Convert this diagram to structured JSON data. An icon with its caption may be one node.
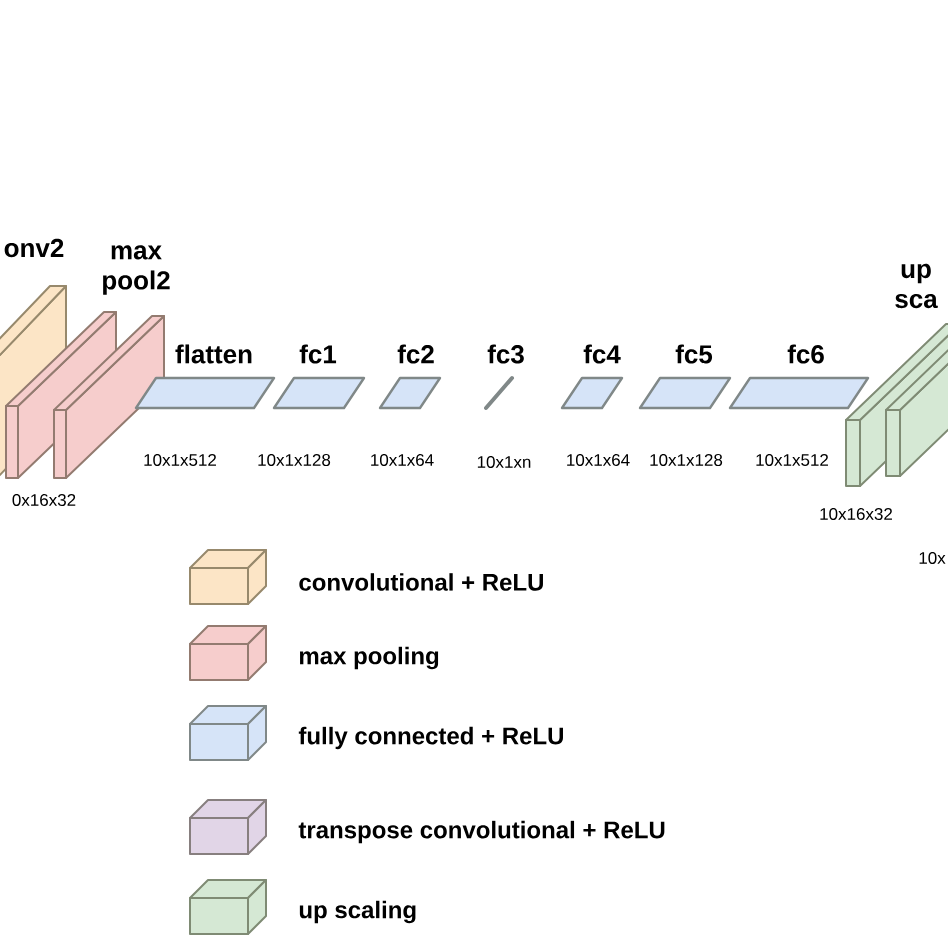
{
  "diagram": {
    "nodes": [
      {
        "text": [
          "onv2"
        ]
      },
      {
        "text": [
          "max pool2"
        ]
      },
      {
        "text": [
          "flatten"
        ]
      },
      {
        "text": [
          "fc1"
        ]
      },
      {
        "text": [
          "fc2"
        ]
      },
      {
        "text": [
          "fc3"
        ]
      },
      {
        "text": [
          "fc4"
        ]
      },
      {
        "text": [
          "fc5"
        ]
      },
      {
        "text": [
          "fc6"
        ]
      },
      {
        "text": [
          "up sca"
        ]
      }
    ],
    "labels": [
      "10x1x512",
      "10x1x128",
      "10x1x64",
      "10x1xn",
      "10x1x64",
      "10x1x128",
      "10x1x512",
      "0x16x32",
      "10x16x32",
      "10x"
    ],
    "legend": [
      {
        "text": "convolutional + ReLU",
        "color": "#fce5c6"
      },
      {
        "text": "max pooling",
        "color": "#f6cdcc"
      },
      {
        "text": "fully connected + ReLU",
        "color": "#d6e4f8"
      },
      {
        "text": "transpose convolutional + ReLU",
        "color": "#e1d5e7"
      },
      {
        "text": "up scaling",
        "color": "#d5e8d4"
      }
    ]
  }
}
